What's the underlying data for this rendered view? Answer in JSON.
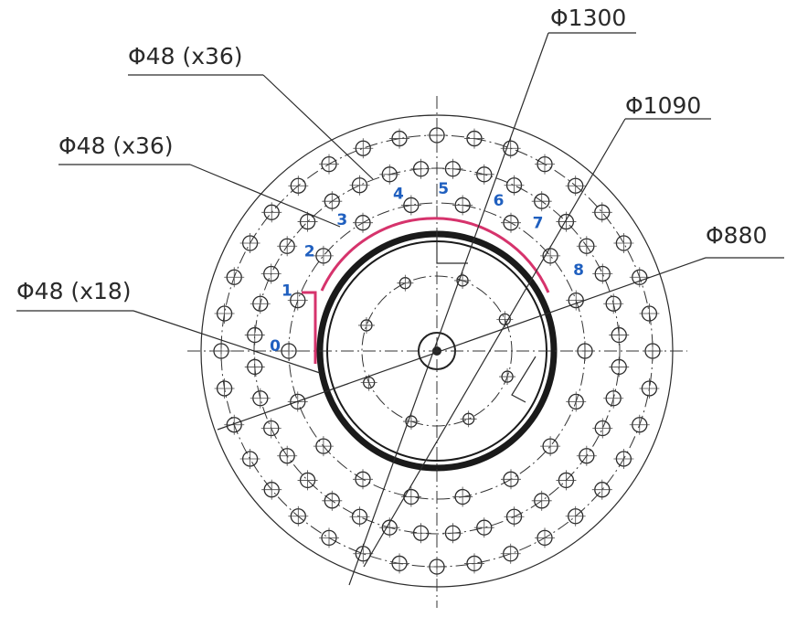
{
  "dimensions": [
    {
      "id": "outer-diameter",
      "text": "Φ1300"
    },
    {
      "id": "mid-diameter",
      "text": "Φ1090"
    },
    {
      "id": "inner-diameter",
      "text": "Φ880"
    },
    {
      "id": "outer-holes",
      "text": "Φ48 (x36)"
    },
    {
      "id": "middle-holes",
      "text": "Φ48 (x36)"
    },
    {
      "id": "inner-holes",
      "text": "Φ48 (x18)"
    }
  ],
  "position_numbers": [
    "0",
    "1",
    "2",
    "3",
    "4",
    "5",
    "6",
    "7",
    "8"
  ],
  "colors": {
    "line": "#2b2b2b",
    "number": "#1f5fbf",
    "highlight_arc": "#d6336c"
  }
}
